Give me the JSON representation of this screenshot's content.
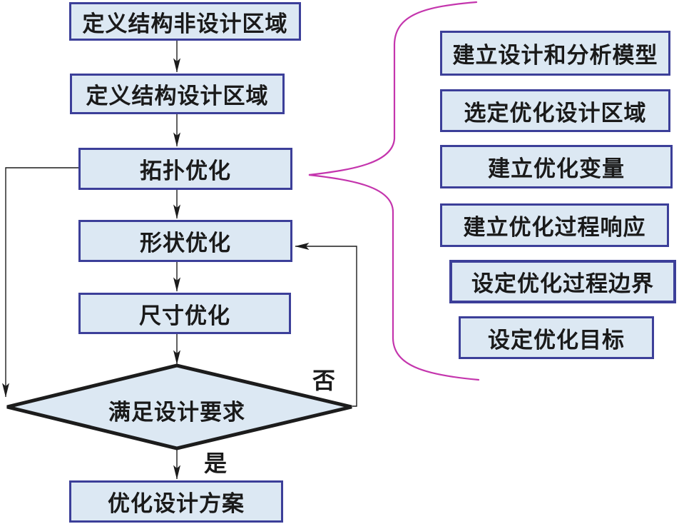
{
  "diagram": {
    "title": "structural-optimization-flowchart",
    "main_flow": [
      {
        "id": "define-nondesign-region",
        "label": "定义结构非设计区域",
        "type": "process"
      },
      {
        "id": "define-design-region",
        "label": "定义结构设计区域",
        "type": "process"
      },
      {
        "id": "topology-optimization",
        "label": "拓扑优化",
        "type": "process"
      },
      {
        "id": "shape-optimization",
        "label": "形状优化",
        "type": "process"
      },
      {
        "id": "size-optimization",
        "label": "尺寸优化",
        "type": "process"
      },
      {
        "id": "meets-design-requirements",
        "label": "满足设计要求",
        "type": "decision"
      },
      {
        "id": "optimized-design-scheme",
        "label": "优化设计方案",
        "type": "process"
      }
    ],
    "decision_branch_labels": {
      "no": "否",
      "yes": "是"
    },
    "topology_detail_steps": [
      {
        "label": "建立设计和分析模型"
      },
      {
        "label": "选定优化设计区域"
      },
      {
        "label": "建立优化变量"
      },
      {
        "label": "建立优化过程响应"
      },
      {
        "label": "设定优化过程边界"
      },
      {
        "label": "设定优化目标"
      }
    ],
    "colors": {
      "box_fill": "#dce8f3",
      "box_border": "#3c3f99",
      "diamond_fill": "#dce8f3",
      "diamond_border": "#1c1c1c",
      "connector_line": "#1c1c1c",
      "brace": "#c435ad",
      "background": "#ffffff",
      "text": "#1a1a1a"
    }
  }
}
